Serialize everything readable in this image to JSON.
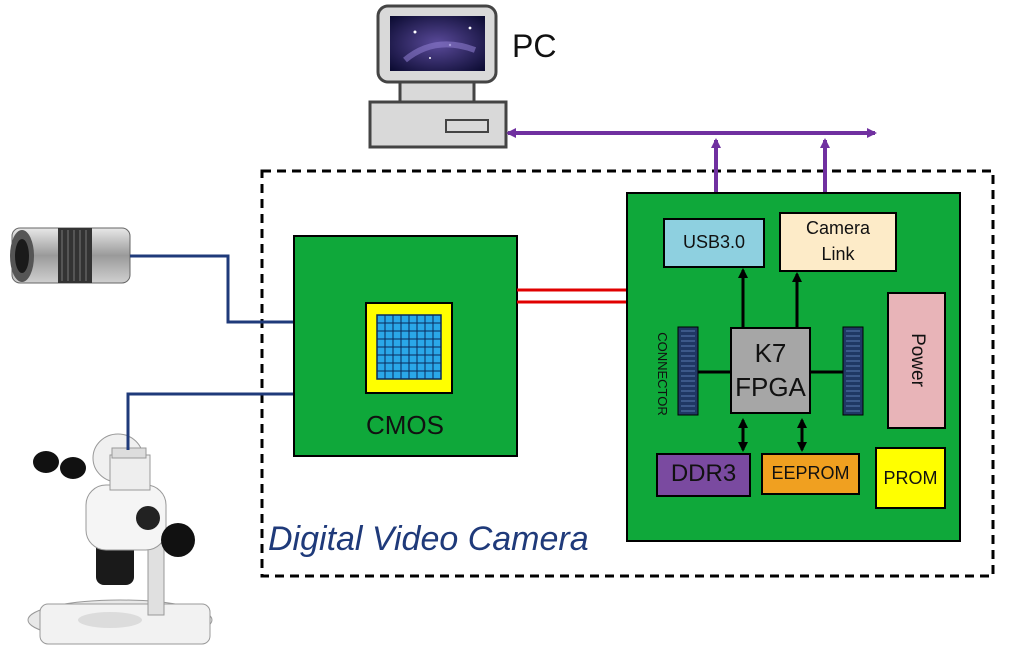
{
  "diagram": {
    "pc_label": "PC",
    "enclosure_label": "Digital Video Camera",
    "cmos_label": "CMOS",
    "fpga_line1": "K7",
    "fpga_line2": "FPGA",
    "usb_label": "USB3.0",
    "camlink_line1": "Camera",
    "camlink_line2": "Link",
    "power_label": "Power",
    "connector_label": "CONNECTOR",
    "ddr_label": "DDR3",
    "eeprom_label": "EEPROM",
    "prom_label": "PROM"
  },
  "icons": [
    "pc-monitor-icon",
    "camera-lens-icon",
    "microscope-icon"
  ],
  "colors": {
    "board_green": "#0fa83a",
    "pc_link_purple": "#7030a0",
    "data_red": "#e00000",
    "input_navy": "#1f3a7a",
    "usb_fill": "#8ed0e0",
    "camlink_fill": "#fdebc8",
    "power_fill": "#e8b4b8",
    "ddr_fill": "#7a4aa0",
    "eeprom_fill": "#f0a020",
    "prom_fill": "#ffff00",
    "fpga_fill": "#a6a6a6",
    "connector_fill": "#1f3864"
  }
}
